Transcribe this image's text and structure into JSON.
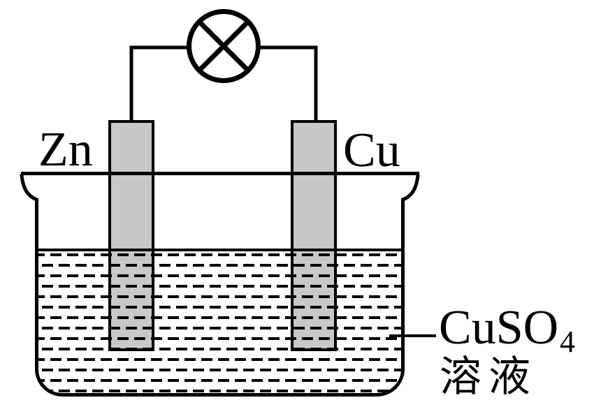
{
  "diagram": {
    "kind": "galvanic-cell",
    "labels": {
      "left_electrode": "Zn",
      "right_electrode": "Cu",
      "solution_formula_main": "CuSO",
      "solution_formula_sub": "4",
      "solution_name": "溶液"
    },
    "icons": {
      "lamp": "crossed-circle-lamp-icon"
    },
    "colors": {
      "line": "#000000",
      "electrode_fill": "#c8c8c8",
      "background": "#ffffff"
    }
  }
}
